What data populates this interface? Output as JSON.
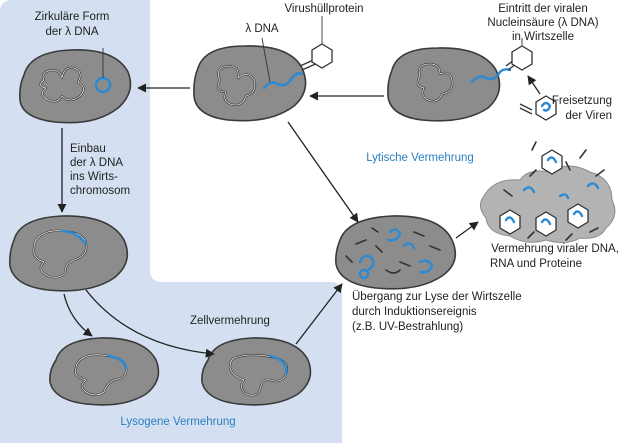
{
  "labels": {
    "zirkulaer_1": "Zirkuläre Form",
    "zirkulaer_2": "der λ DNA",
    "lambda_dna": "λ DNA",
    "virushuell": "Virushüllprotein",
    "eintritt_1": "Eintritt der viralen",
    "eintritt_2": "Nucleinsäure (λ DNA)",
    "eintritt_3": "in Wirtszelle",
    "freisetzung_1": "Freisetzung",
    "freisetzung_2": "der Viren",
    "einbau_1": "Einbau",
    "einbau_2": "der λ DNA",
    "einbau_3": "ins Wirts-",
    "einbau_4": "chromosom",
    "lytisch": "Lytische Vermehrung",
    "vermehrung_1": "Vermehrung viraler DNA,",
    "vermehrung_2": "RNA und Proteine",
    "zellvermehrung": "Zellvermehrung",
    "uebergang_1": "Übergang zur Lyse der Wirtszelle",
    "uebergang_2": "durch Induktionsereignis",
    "uebergang_3": "(z.B. UV-Bestrahlung)",
    "lysogen": "Lysogene Vermehrung"
  },
  "colors": {
    "lysogenic_region": "#d4e0f1",
    "dna": "#2b8ad3",
    "cell": "#8c8c8c"
  }
}
